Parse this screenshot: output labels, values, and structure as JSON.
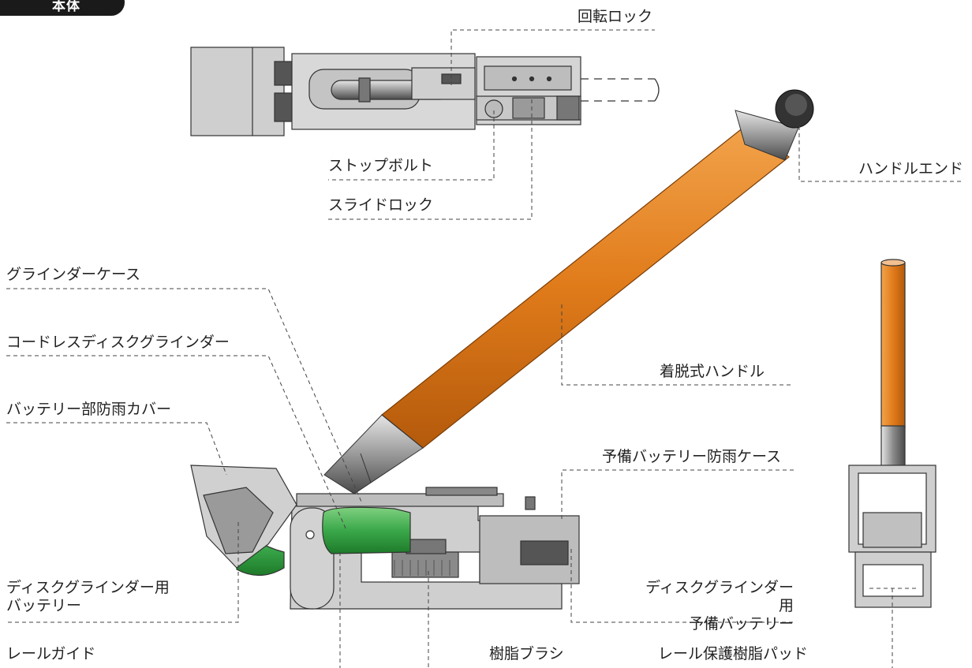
{
  "section_tag": "本体",
  "labels": {
    "rotation_lock": "回転ロック",
    "stop_bolt": "ストップボルト",
    "slide_lock": "スライドロック",
    "handle_end": "ハンドルエンド",
    "grinder_case": "グラインダーケース",
    "cordless_grinder": "コードレスディスクグラインダー",
    "battery_rain_cover": "バッテリー部防雨カバー",
    "detachable_handle": "着脱式ハンドル",
    "spare_battery_case": "予備バッテリー防雨ケース",
    "grinder_battery": "ディスクグラインダー用\nバッテリー",
    "spare_grinder_battery": "ディスクグラインダー用\n予備バッテリー",
    "rail_guide": "レールガイド",
    "resin_brush": "樹脂ブラシ",
    "rail_protect_pad": "レール保護樹脂パッド"
  },
  "colors": {
    "handle_orange": "#e07b1a",
    "grinder_green": "#2e9a3c",
    "body_gray": "#cfcfcf",
    "outline": "#333333"
  }
}
